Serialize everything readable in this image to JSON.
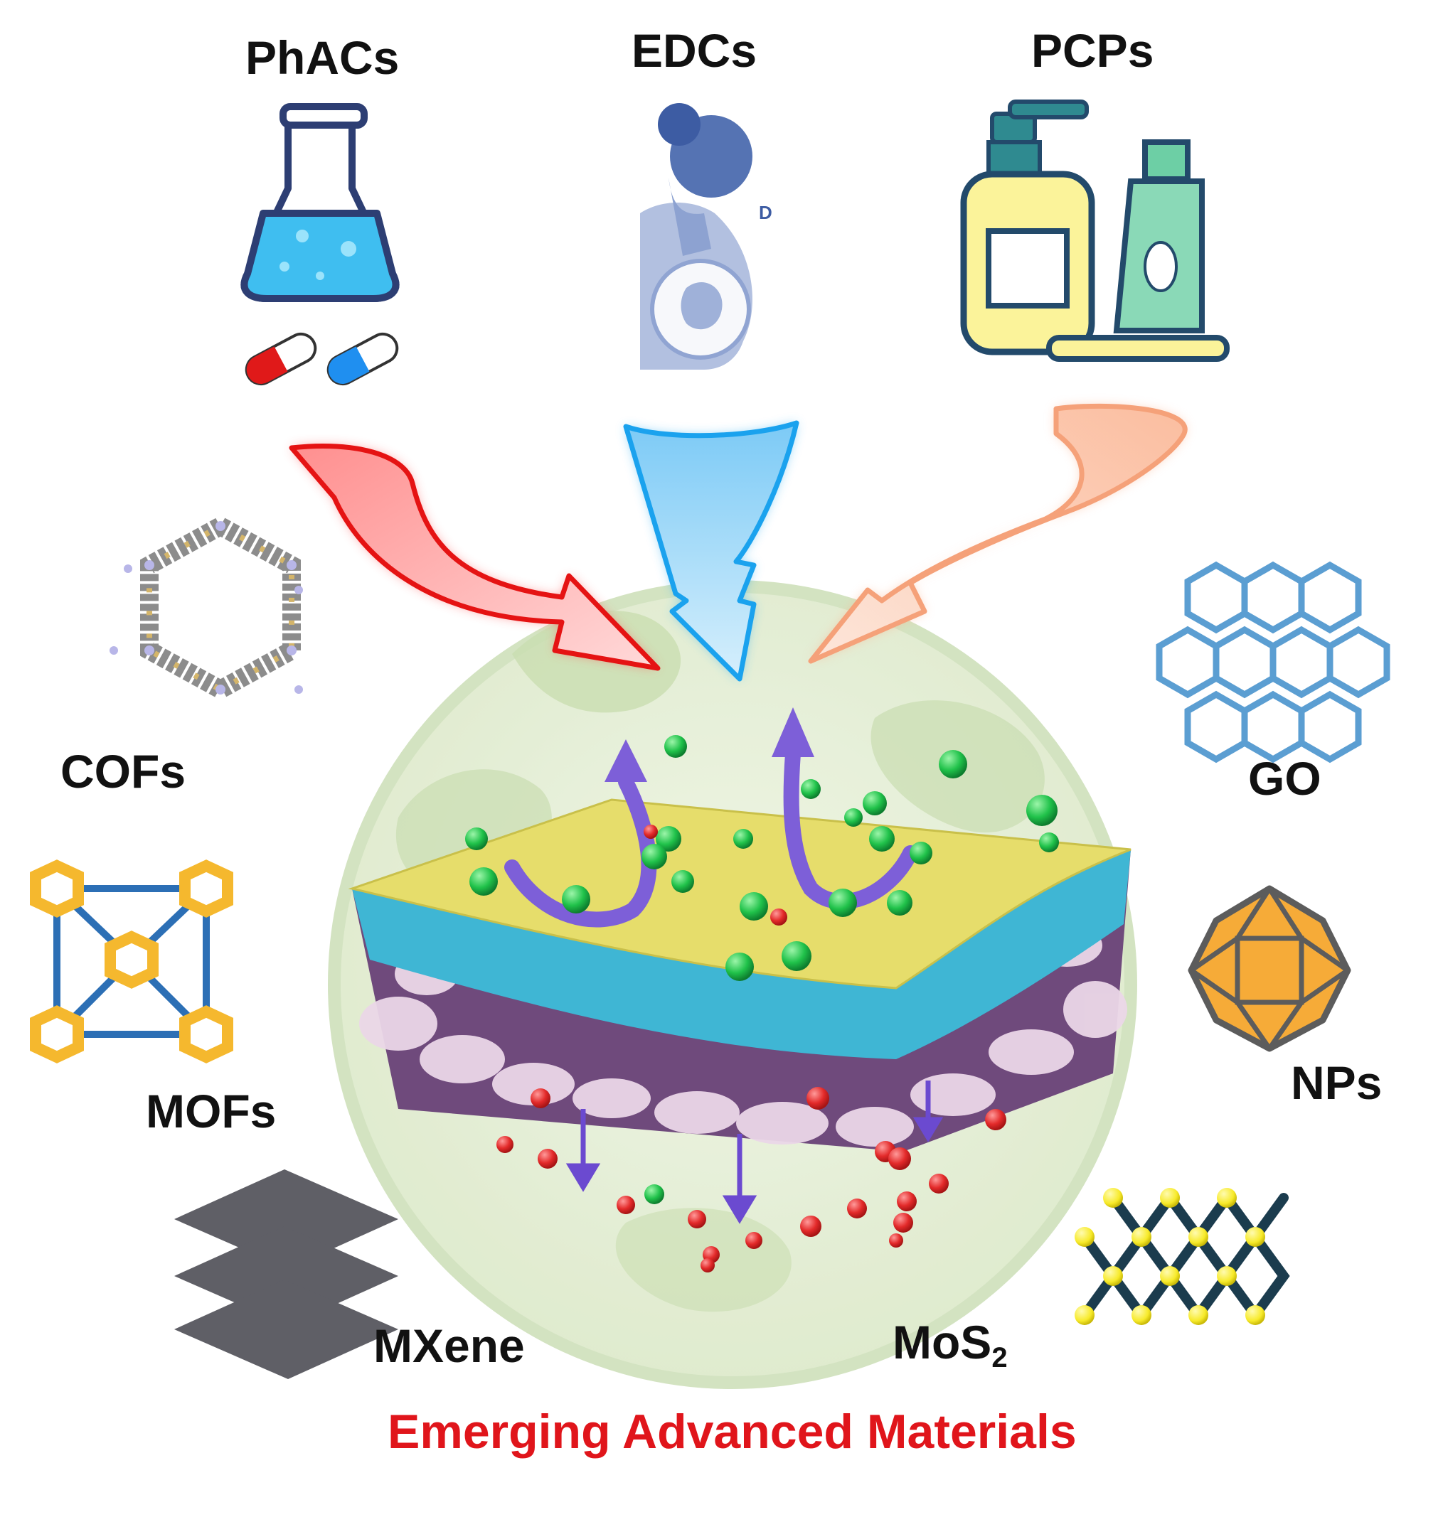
{
  "pollutants": [
    {
      "id": "phacs",
      "label": "PhACs",
      "color": "#f21b1b",
      "icon": "flask-pills-icon"
    },
    {
      "id": "edcs",
      "label": "EDCs",
      "color": "#27a8f0",
      "icon": "pregnant-woman-icon",
      "icon_text": "D"
    },
    {
      "id": "pcps",
      "label": "PCPs",
      "color": "#f8a37e",
      "icon": "cosmetic-bottles-icon"
    }
  ],
  "materials": [
    {
      "id": "cofs",
      "label": "COFs",
      "icon": "cof-ring-icon"
    },
    {
      "id": "mofs",
      "label": "MOFs",
      "icon": "mof-framework-icon"
    },
    {
      "id": "mxene",
      "label": "MXene",
      "icon": "layered-sheets-icon"
    },
    {
      "id": "go",
      "label": "GO",
      "icon": "hexagon-lattice-icon"
    },
    {
      "id": "nps",
      "label": "NPs",
      "icon": "nanoparticle-polyhedron-icon"
    },
    {
      "id": "mos2",
      "label": "MoS",
      "subscript": "2",
      "icon": "zigzag-lattice-icon"
    }
  ],
  "center": {
    "icon": "membrane-filtration-globe-icon"
  },
  "footer": {
    "text": "Emerging Advanced Materials",
    "color": "#e0151b"
  }
}
